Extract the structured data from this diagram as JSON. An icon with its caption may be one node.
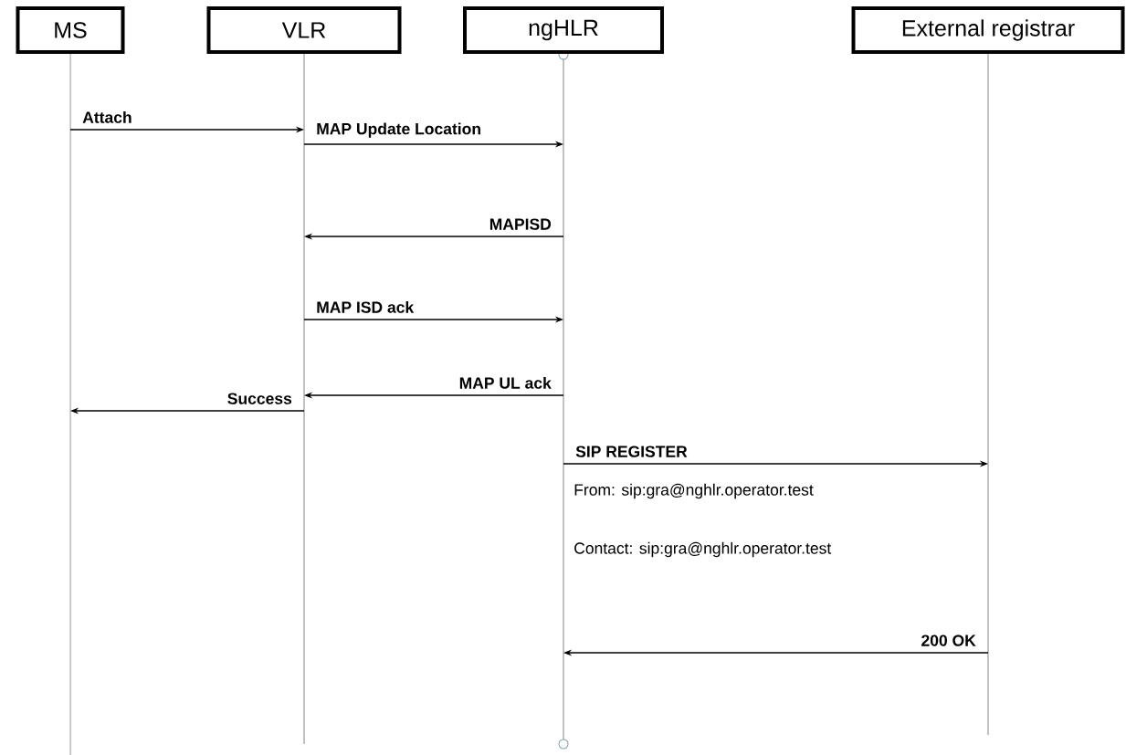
{
  "diagram": {
    "nodes": [
      {
        "text": [
          "MS"
        ]
      },
      {
        "text": [
          "VLR"
        ]
      },
      {
        "text": [
          "ngHLR"
        ]
      },
      {
        "text": [
          "External registrar"
        ]
      }
    ],
    "edges": [
      {
        "from": 0,
        "to": 1,
        "arrow": "to",
        "label": "Attach"
      },
      {
        "from": 1,
        "to": 2,
        "arrow": "to",
        "label": "MAP Update Location"
      },
      {
        "from": 2,
        "to": 1,
        "arrow": "to",
        "label": "MAPISD"
      },
      {
        "from": 1,
        "to": 2,
        "arrow": "to",
        "label": "MAP ISD ack"
      },
      {
        "from": 2,
        "to": 1,
        "arrow": "to",
        "label": "MAP UL ack"
      },
      {
        "from": 1,
        "to": 0,
        "arrow": "to",
        "label": "Success"
      },
      {
        "from": 2,
        "to": 3,
        "arrow": "to",
        "label": "SIP REGISTER"
      },
      {
        "from": 3,
        "to": 2,
        "arrow": "to",
        "label": "200 OK"
      }
    ],
    "labels": [
      "From: sip:gra@nghlr.operator.test",
      "Contact: sip:gra@nghlr.operator.test"
    ]
  }
}
